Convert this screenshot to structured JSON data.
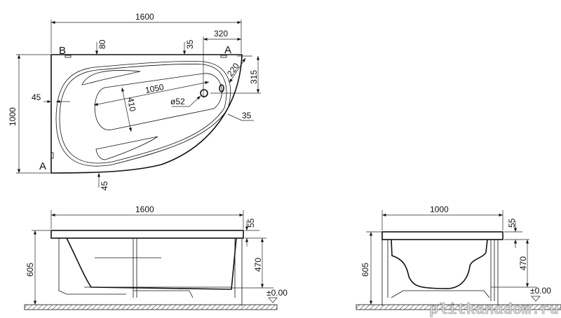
{
  "top_view": {
    "width": "1600",
    "depth": "1000",
    "offset_right": "320",
    "rim_top": "80",
    "rim_top_right": "35",
    "corner": "220",
    "drain_offset": "315",
    "rim_left": "45",
    "rim_bottom": "45",
    "inner_length": "1050",
    "inner_width": "410",
    "drain_diameter": "ø52",
    "rim_right": "35",
    "section_a_top": "A",
    "section_b": "B",
    "section_a_left": "A"
  },
  "side_view": {
    "width": "1600",
    "rim": "55",
    "depth": "470",
    "height": "605",
    "floor_level": "±0.00"
  },
  "end_view": {
    "width": "1000",
    "rim": "55",
    "depth": "470",
    "height": "605",
    "floor_level": "±0.00"
  },
  "watermark": "plitkanadom.ru"
}
